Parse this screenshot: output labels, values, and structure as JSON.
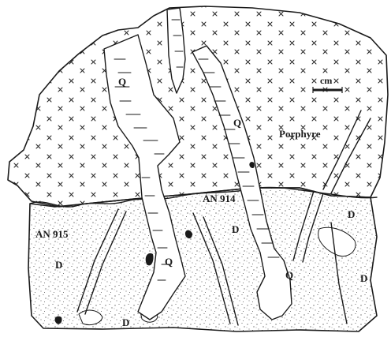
{
  "labels": {
    "porphyre": "Porphyre",
    "scale": "cm",
    "sample_914": "AN 914",
    "sample_915": "AN 915",
    "d": "D",
    "q": "Q"
  }
}
